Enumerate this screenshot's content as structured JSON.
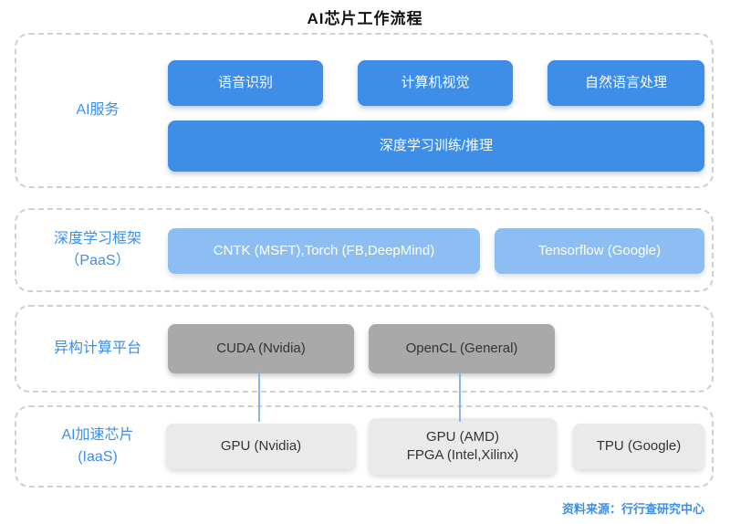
{
  "title": "AI芯片工作流程",
  "source": "资料来源：行行查研究中心",
  "colors": {
    "primary_blue": "#3e8ee8",
    "light_blue": "#8cbef3",
    "dark_gray": "#a9a9a9",
    "light_gray": "#eaeaea",
    "label_blue": "#3e8ee8",
    "connector_blue": "#85b5ec",
    "dash_gray": "#cfcfcf"
  },
  "layer1": {
    "label": "AI服务",
    "box1": "语音识别",
    "box2": "计算机视觉",
    "box3": "自然语言处理",
    "box_wide": "深度学习训练/推理"
  },
  "layer2": {
    "label1": "深度学习框架",
    "label2": "（PaaS）",
    "box1": "CNTK (MSFT),Torch (FB,DeepMind)",
    "box2": "Tensorflow (Google)"
  },
  "layer3": {
    "label": "异构计算平台",
    "box1": "CUDA (Nvidia)",
    "box2": "OpenCL (General)"
  },
  "layer4": {
    "label1": "AI加速芯片",
    "label2": "(IaaS)",
    "box1": "GPU (Nvidia)",
    "box2_line1": "GPU (AMD)",
    "box2_line2": "FPGA (Intel,Xilinx)",
    "box3": "TPU (Google)"
  }
}
